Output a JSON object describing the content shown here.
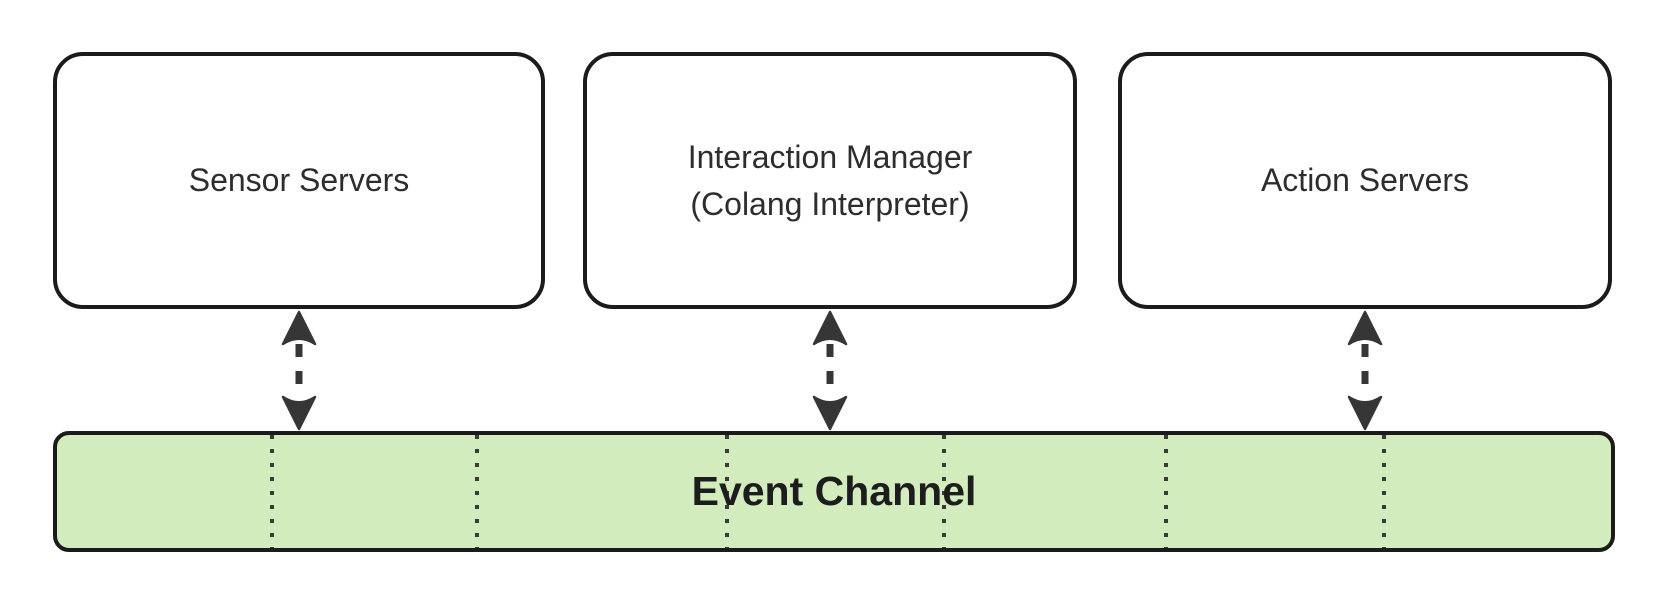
{
  "diagram": {
    "nodes": [
      {
        "id": "sensor-servers",
        "lines": [
          "Sensor Servers"
        ]
      },
      {
        "id": "interaction-manager",
        "lines": [
          "Interaction Manager",
          "(Colang Interpreter)"
        ]
      },
      {
        "id": "action-servers",
        "lines": [
          "Action Servers"
        ]
      }
    ],
    "event_channel": {
      "label": "Event Channel"
    },
    "connections": [
      {
        "from": "sensor-servers",
        "to": "event-channel",
        "style": "dashed-bidirectional"
      },
      {
        "from": "interaction-manager",
        "to": "event-channel",
        "style": "dashed-bidirectional"
      },
      {
        "from": "action-servers",
        "to": "event-channel",
        "style": "dashed-bidirectional"
      }
    ],
    "colors": {
      "background": "#ffffff",
      "node_fill": "#ffffff",
      "node_border": "#1b1b1b",
      "channel_fill": "#d3ecbe",
      "channel_border": "#1b1b1b",
      "arrow": "#363636",
      "divider": "#3a3a3a",
      "node_text": "#2d2d2d",
      "channel_text": "#1d1d1d"
    }
  }
}
